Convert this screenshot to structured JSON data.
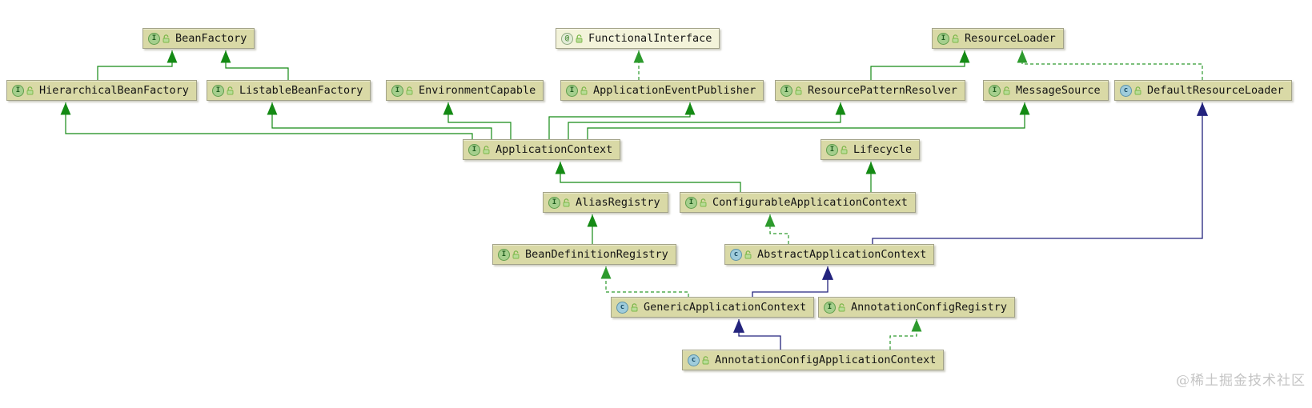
{
  "diagram": {
    "type": "uml-class-diagram",
    "subject": "Spring ApplicationContext class hierarchy",
    "nodes": [
      {
        "label": "BeanFactory",
        "kind": "interface"
      },
      {
        "label": "FunctionalInterface",
        "kind": "annotation"
      },
      {
        "label": "ResourceLoader",
        "kind": "interface"
      },
      {
        "label": "HierarchicalBeanFactory",
        "kind": "interface"
      },
      {
        "label": "ListableBeanFactory",
        "kind": "interface"
      },
      {
        "label": "EnvironmentCapable",
        "kind": "interface"
      },
      {
        "label": "ApplicationEventPublisher",
        "kind": "interface"
      },
      {
        "label": "ResourcePatternResolver",
        "kind": "interface"
      },
      {
        "label": "MessageSource",
        "kind": "interface"
      },
      {
        "label": "DefaultResourceLoader",
        "kind": "class"
      },
      {
        "label": "ApplicationContext",
        "kind": "interface"
      },
      {
        "label": "Lifecycle",
        "kind": "interface"
      },
      {
        "label": "AliasRegistry",
        "kind": "interface"
      },
      {
        "label": "ConfigurableApplicationContext",
        "kind": "interface"
      },
      {
        "label": "BeanDefinitionRegistry",
        "kind": "interface"
      },
      {
        "label": "AbstractApplicationContext",
        "kind": "class"
      },
      {
        "label": "GenericApplicationContext",
        "kind": "class"
      },
      {
        "label": "AnnotationConfigRegistry",
        "kind": "interface"
      },
      {
        "label": "AnnotationConfigApplicationContext",
        "kind": "class"
      }
    ],
    "edges": [
      {
        "from": "HierarchicalBeanFactory",
        "to": "BeanFactory",
        "relation": "extends",
        "style": "green-solid"
      },
      {
        "from": "ListableBeanFactory",
        "to": "BeanFactory",
        "relation": "extends",
        "style": "green-solid"
      },
      {
        "from": "ApplicationContext",
        "to": "HierarchicalBeanFactory",
        "relation": "extends",
        "style": "green-solid"
      },
      {
        "from": "ApplicationContext",
        "to": "ListableBeanFactory",
        "relation": "extends",
        "style": "green-solid"
      },
      {
        "from": "ApplicationContext",
        "to": "EnvironmentCapable",
        "relation": "extends",
        "style": "green-solid"
      },
      {
        "from": "ApplicationContext",
        "to": "ApplicationEventPublisher",
        "relation": "extends",
        "style": "green-solid"
      },
      {
        "from": "ApplicationContext",
        "to": "ResourcePatternResolver",
        "relation": "extends",
        "style": "green-solid"
      },
      {
        "from": "ApplicationContext",
        "to": "MessageSource",
        "relation": "extends",
        "style": "green-solid"
      },
      {
        "from": "ResourcePatternResolver",
        "to": "ResourceLoader",
        "relation": "extends",
        "style": "green-solid"
      },
      {
        "from": "ApplicationEventPublisher",
        "to": "FunctionalInterface",
        "relation": "annotated-with",
        "style": "green-dashed"
      },
      {
        "from": "DefaultResourceLoader",
        "to": "ResourceLoader",
        "relation": "implements",
        "style": "green-dashed"
      },
      {
        "from": "ConfigurableApplicationContext",
        "to": "ApplicationContext",
        "relation": "extends",
        "style": "green-solid"
      },
      {
        "from": "ConfigurableApplicationContext",
        "to": "Lifecycle",
        "relation": "extends",
        "style": "green-solid"
      },
      {
        "from": "BeanDefinitionRegistry",
        "to": "AliasRegistry",
        "relation": "extends",
        "style": "green-solid"
      },
      {
        "from": "AbstractApplicationContext",
        "to": "ConfigurableApplicationContext",
        "relation": "implements",
        "style": "green-dashed"
      },
      {
        "from": "AbstractApplicationContext",
        "to": "DefaultResourceLoader",
        "relation": "extends",
        "style": "navy-solid"
      },
      {
        "from": "GenericApplicationContext",
        "to": "AbstractApplicationContext",
        "relation": "extends",
        "style": "navy-solid"
      },
      {
        "from": "GenericApplicationContext",
        "to": "BeanDefinitionRegistry",
        "relation": "implements",
        "style": "green-dashed"
      },
      {
        "from": "AnnotationConfigApplicationContext",
        "to": "GenericApplicationContext",
        "relation": "extends",
        "style": "navy-solid"
      },
      {
        "from": "AnnotationConfigApplicationContext",
        "to": "AnnotationConfigRegistry",
        "relation": "implements",
        "style": "green-dashed"
      }
    ]
  },
  "icons": {
    "interface": "I",
    "class": "c",
    "annotation": "@",
    "modifier": "public-lock"
  },
  "colors": {
    "node_fill": "#d9d9a6",
    "node_fill_annotation": "#f3f3da",
    "node_border": "#a3a389",
    "edge_extends_interface": "#148a14",
    "edge_extends_class": "#23237d",
    "background": "#ffffff",
    "watermark": "#c4c4c4"
  },
  "watermark": "@稀土掘金技术社区"
}
